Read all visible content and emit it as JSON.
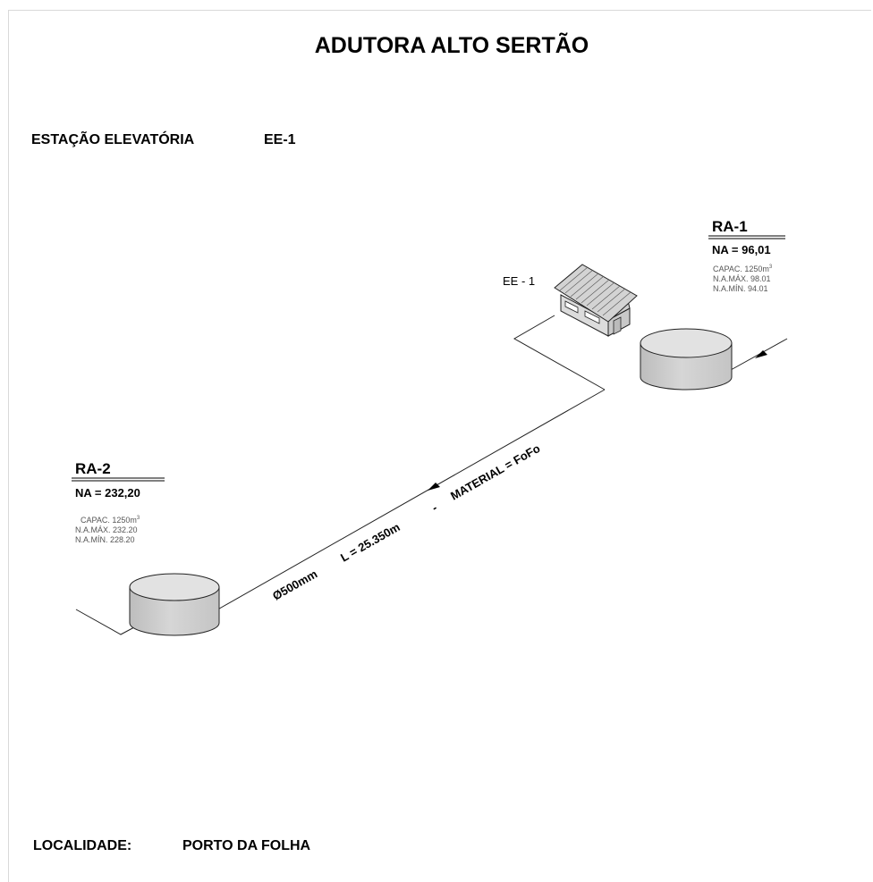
{
  "title": "ADUTORA ALTO SERTÃO",
  "station": {
    "heading_label": "ESTAÇÃO ELEVATÓRIA",
    "heading_code": "EE-1",
    "label": "EE - 1"
  },
  "locality": {
    "label": "LOCALIDADE:",
    "value": "PORTO DA FOLHA"
  },
  "reservoirs": {
    "ra1": {
      "name": "RA-1",
      "na": "NA = 96,01",
      "capacity": "CAPAC. 1250m",
      "capacity_sup": "3",
      "na_max": "N.A.MÁX. 98.01",
      "na_min": "N.A.MÍN. 94.01"
    },
    "ra2": {
      "name": "RA-2",
      "na": "NA = 232,20",
      "capacity": "CAPAC. 1250m",
      "capacity_sup": "3",
      "na_max": "N.A.MÁX. 232.20",
      "na_min": "N.A.MÍN. 228.20"
    }
  },
  "pipe": {
    "diameter": "Ø500mm",
    "length": "L = 25.350m",
    "separator": "-",
    "material": "MATERIAL = FoFo"
  },
  "colors": {
    "tank_body": "#cfcfcf",
    "tank_top": "#dedede",
    "line": "#222222",
    "roof": "#d4d4d4",
    "wall": "#d9d9d9"
  }
}
